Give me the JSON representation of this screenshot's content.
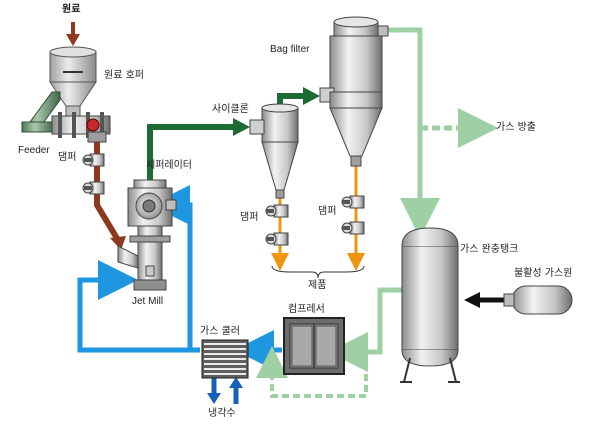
{
  "labels": {
    "raw_material": "원료",
    "raw_hopper": "원료 호퍼",
    "feeder": "Feeder",
    "damper_1": "댐퍼",
    "damper_2": "댐퍼",
    "damper_3": "댐퍼",
    "separator": "세퍼레이터",
    "jet_mill": "Jet Mill",
    "cyclone": "사이클론",
    "bag_filter": "Bag filter",
    "gas_exhaust": "가스 방출",
    "product": "제품",
    "gas_buffer_tank": "가스 완충탱크",
    "inert_gas_source": "불활성 가스원",
    "compressor": "컴프레서",
    "gas_cooler": "가스 쿨러",
    "cooling_water": "냉각수"
  },
  "colors": {
    "raw_material_flow": "#8b3a1e",
    "gas_recirculation": "#1e96e0",
    "product_air_flow": "#1f6b35",
    "exhaust_gas": "#9fd0a4",
    "product_output": "#f0940f",
    "cooling_water": "#1560b8",
    "inert_gas_feed": "#111111"
  }
}
